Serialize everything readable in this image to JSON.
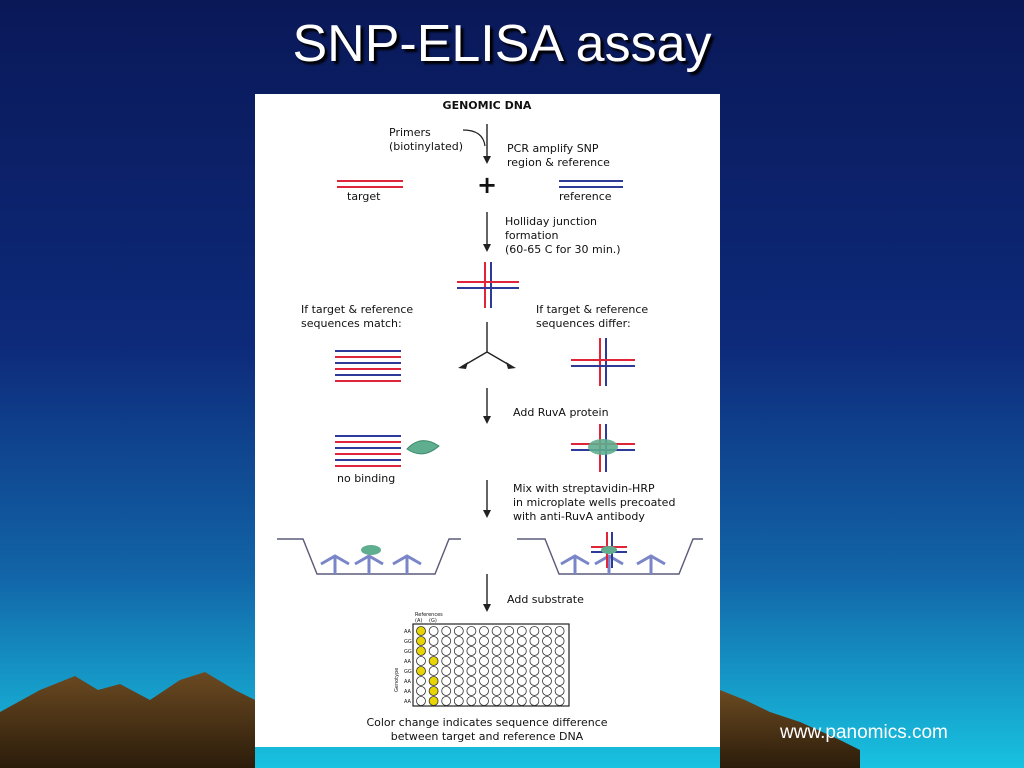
{
  "slide": {
    "title": "SNP-ELISA assay",
    "footer": "www.panomics.com"
  },
  "colors": {
    "bg_top": "#0b1a5c",
    "bg_bottom": "#16b3d6",
    "target_strand": "#e0243a",
    "reference_strand": "#2d3a9a",
    "ruva_protein": "#5fae8f",
    "positive_well": "#e8d400"
  },
  "diagram": {
    "heading": "GENOMIC DNA",
    "primers": [
      "Primers",
      "(biotinylated)"
    ],
    "step_pcr": [
      "PCR amplify SNP",
      "region & reference"
    ],
    "plus_symbol": "+",
    "label_target": "target",
    "label_reference": "reference",
    "step_holliday": [
      "Holliday junction",
      "formation",
      "(60-65 C for 30 min.)"
    ],
    "match_text": [
      "If target & reference",
      "sequences match:"
    ],
    "differ_text": [
      "If target & reference",
      "sequences differ:"
    ],
    "step_ruva": "Add RuvA protein",
    "no_binding": "no binding",
    "step_mix": [
      "Mix with streptavidin-HRP",
      "in microplate wells precoated",
      "with anti-RuvA antibody"
    ],
    "step_substrate": "Add substrate",
    "plate": {
      "header": "References",
      "col_labels": [
        "(A)",
        "(G)"
      ],
      "axis_label": "Genotype",
      "row_labels": [
        "AA",
        "GG",
        "GG",
        "AA",
        "GG",
        "AA",
        "AA",
        "AA"
      ],
      "columns": 12,
      "yellow_wells": [
        [
          0,
          0
        ],
        [
          1,
          0
        ],
        [
          2,
          0
        ],
        [
          3,
          1
        ],
        [
          4,
          0
        ],
        [
          5,
          1
        ],
        [
          6,
          1
        ],
        [
          7,
          1
        ]
      ]
    },
    "caption": [
      "Color change indicates sequence difference",
      "between target and reference DNA"
    ]
  }
}
